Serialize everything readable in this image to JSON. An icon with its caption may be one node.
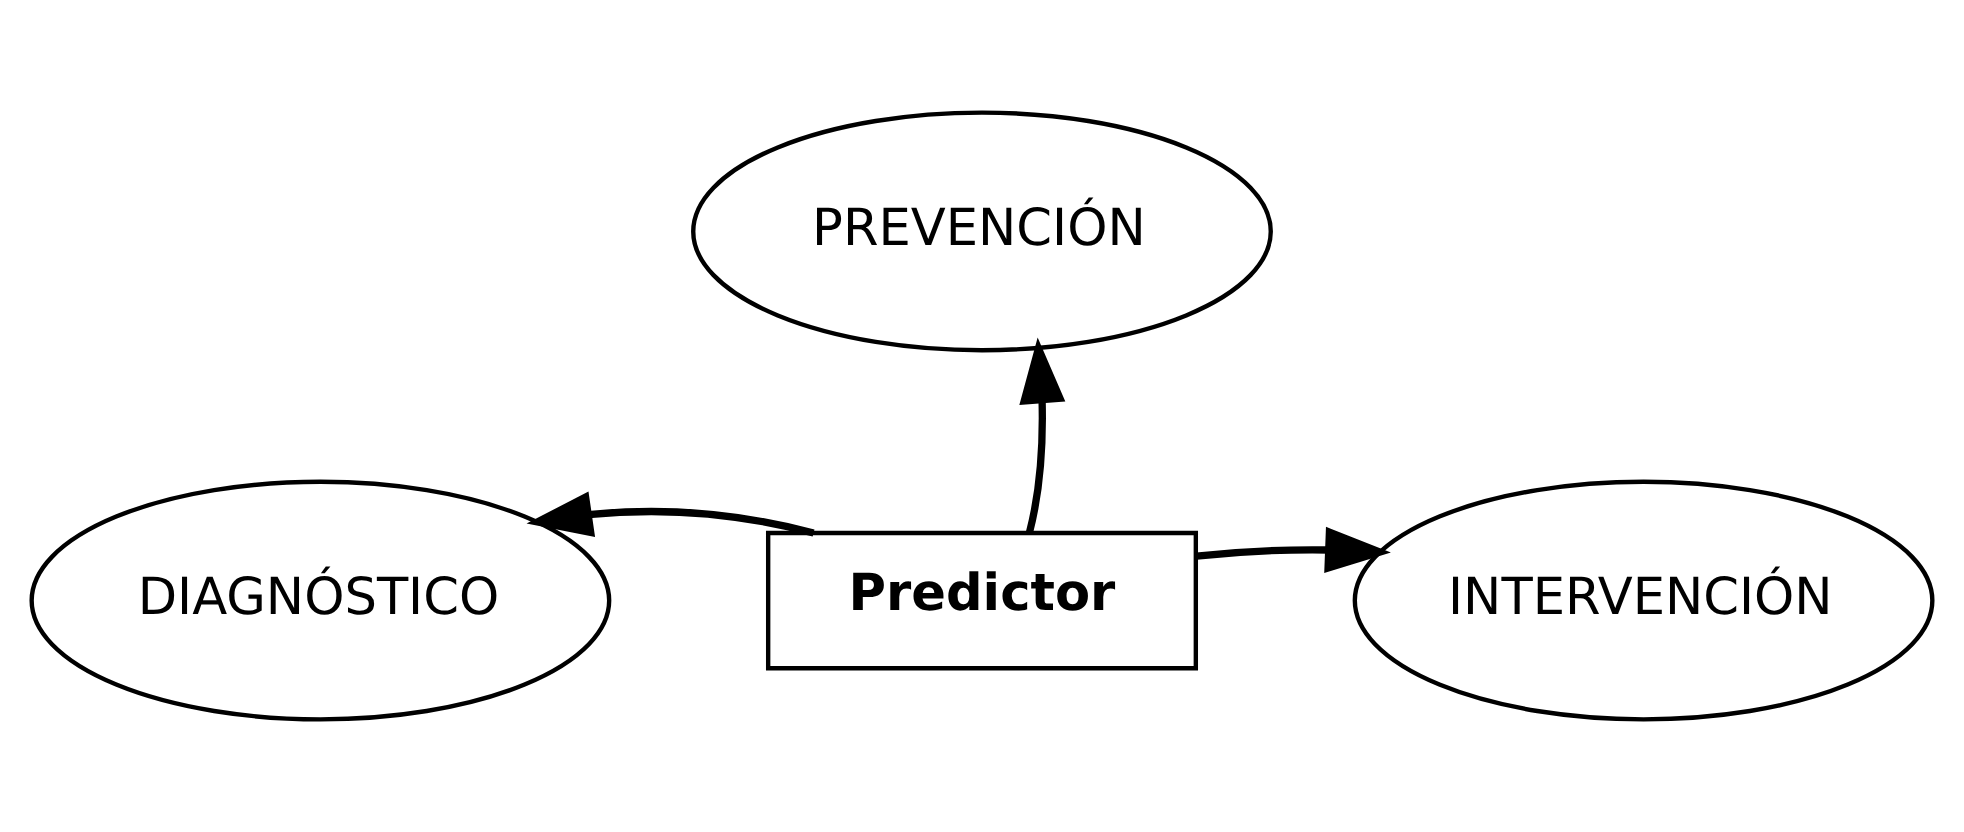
{
  "diagram": {
    "nodes": [
      {
        "text": [
          "PREVENCIÓN"
        ]
      },
      {
        "text": [
          "DIAGNÓSTICO"
        ]
      },
      {
        "text": [
          "INTERVENCIÓN"
        ]
      },
      {
        "text": [
          "Predictor"
        ]
      }
    ],
    "edges": [
      {
        "from": 3,
        "to": 0,
        "arrow": "to"
      },
      {
        "from": 3,
        "to": 1,
        "arrow": "to"
      },
      {
        "from": 3,
        "to": 2,
        "arrow": "to"
      }
    ]
  }
}
